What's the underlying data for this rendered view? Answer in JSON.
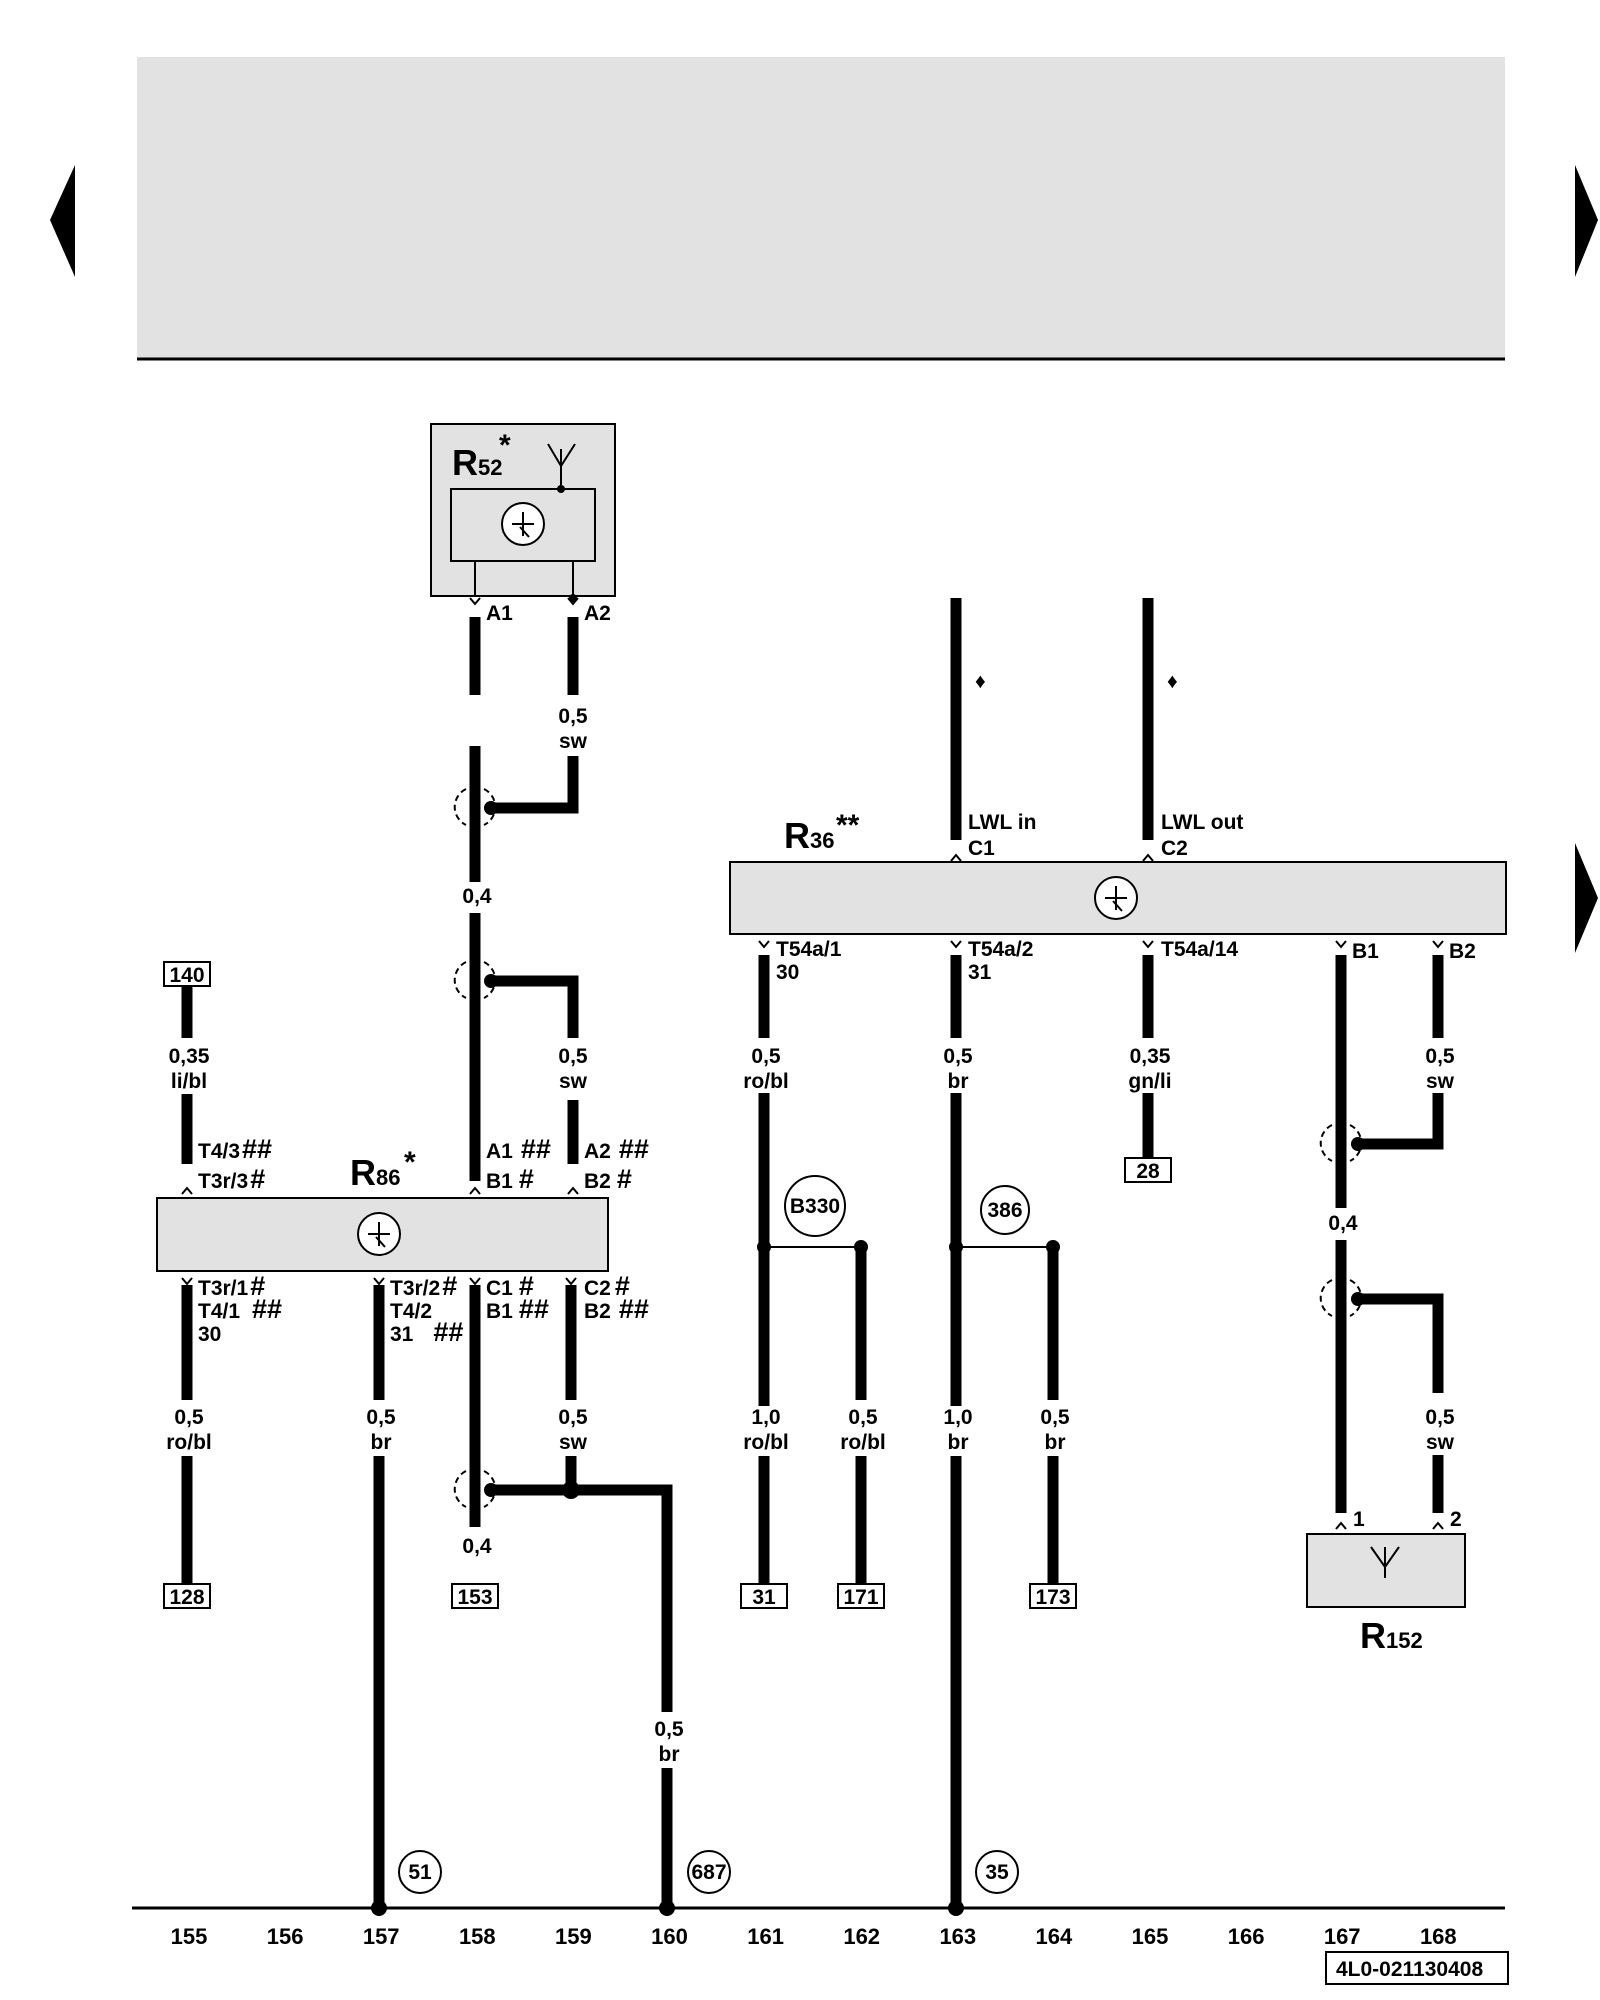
{
  "nav": {
    "prev_icon": "triangle-left-icon",
    "next_icon": "triangle-right-icon",
    "next_continued_icon": "triangle-right-icon"
  },
  "components": {
    "r52": {
      "letter": "R",
      "sub": "52",
      "star": "*"
    },
    "r36": {
      "letter": "R",
      "sub": "36",
      "star": "**"
    },
    "r86": {
      "letter": "R",
      "sub": "86",
      "star": "*"
    },
    "r152": {
      "letter": "R",
      "sub": "152"
    }
  },
  "pins": {
    "r52_a1": "A1",
    "r52_a2": "A2",
    "r36_c1": "C1",
    "r36_c2": "C2",
    "lwl_in": "LWL in",
    "lwl_out": "LWL out",
    "t54a1": "T54a/1",
    "t54a1_term": "30",
    "t54a2": "T54a/2",
    "t54a2_term": "31",
    "t54a14": "T54a/14",
    "r36_b1": "B1",
    "r36_b2": "B2",
    "t4_3": "T4/3",
    "t3r_3": "T3r/3",
    "r86_a1": "A1",
    "r86_b1_top": "B1",
    "r86_a2": "A2",
    "r86_b2_top": "B2",
    "t3r_1": "T3r/1",
    "t4_1": "T4/1",
    "t4_1_term": "30",
    "t3r_2": "T3r/2",
    "t4_2": "T4/2",
    "t4_2_term": "31",
    "r86_c1": "C1",
    "r86_b1_bot": "B1",
    "r86_c2": "C2",
    "r86_b2_bot": "B2",
    "r152_1": "1",
    "r152_2": "2"
  },
  "markers": {
    "single": "#",
    "double": "##",
    "diamond": "♦"
  },
  "wires": {
    "r52_a2": {
      "size": "0,5",
      "color": "sw"
    },
    "r52_mid": {
      "size": "0,4"
    },
    "r86_a2": {
      "size": "0,5",
      "color": "sw"
    },
    "w140": {
      "size": "0,35",
      "color": "li/bl"
    },
    "t54a1": {
      "size": "0,5",
      "color": "ro/bl"
    },
    "t54a2": {
      "size": "0,5",
      "color": "br"
    },
    "t54a14": {
      "size": "0,35",
      "color": "gn/li"
    },
    "r36_b2": {
      "size": "0,5",
      "color": "sw"
    },
    "r36_mid": {
      "size": "0,4"
    },
    "w128": {
      "size": "0,5",
      "color": "ro/bl"
    },
    "w157": {
      "size": "0,5",
      "color": "br"
    },
    "r86_c2": {
      "size": "0,5",
      "color": "sw"
    },
    "w153": {
      "size": "0,4"
    },
    "w31": {
      "size": "1,0",
      "color": "ro/bl"
    },
    "w171": {
      "size": "0,5",
      "color": "ro/bl"
    },
    "w163": {
      "size": "1,0",
      "color": "br"
    },
    "w173": {
      "size": "0,5",
      "color": "br"
    },
    "r152_2": {
      "size": "0,5",
      "color": "sw"
    },
    "w160": {
      "size": "0,5",
      "color": "br"
    }
  },
  "refs": {
    "box_140": "140",
    "box_128": "128",
    "box_153": "153",
    "box_31": "31",
    "box_171": "171",
    "box_173": "173",
    "box_28": "28"
  },
  "circles": {
    "b330": "B330",
    "c386": "386",
    "c51": "51",
    "c687": "687",
    "c35": "35"
  },
  "tracks": [
    "155",
    "156",
    "157",
    "158",
    "159",
    "160",
    "161",
    "162",
    "163",
    "164",
    "165",
    "166",
    "167",
    "168"
  ],
  "doc_id": "4L0-021130408",
  "colors": {
    "header_fill": "#e2e2e2",
    "component_fill": "#e2e2e2",
    "wire": "#000000"
  }
}
